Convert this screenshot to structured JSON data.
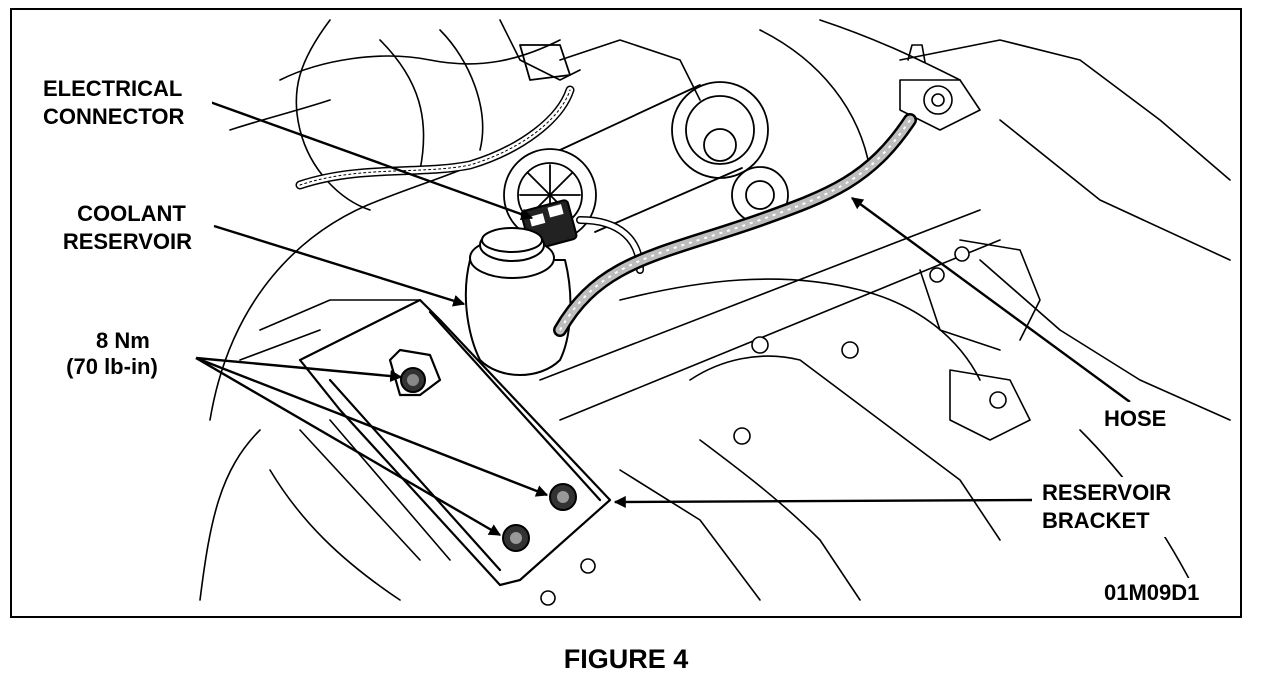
{
  "callouts": {
    "electrical_connector": [
      "ELECTRICAL",
      "CONNECTOR"
    ],
    "coolant_reservoir": [
      "COOLANT",
      "RESERVOIR"
    ],
    "torque": [
      "8 Nm",
      "(70 lb-in)"
    ],
    "hose": "HOSE",
    "reservoir_bracket": [
      "RESERVOIR",
      "BRACKET"
    ]
  },
  "figure_id": "01M09D1",
  "caption": "FIGURE 4"
}
